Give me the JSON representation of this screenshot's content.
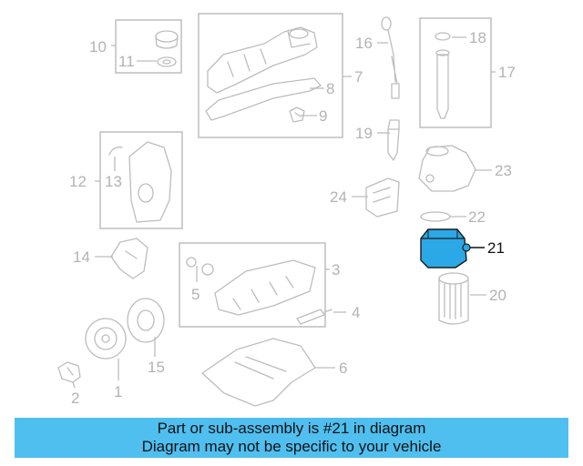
{
  "diagram": {
    "highlight_color": "#2ba8e6",
    "labels": {
      "p1": "1",
      "p2": "2",
      "p3": "3",
      "p4": "4",
      "p5": "5",
      "p6": "6",
      "p7": "7",
      "p8": "8",
      "p9": "9",
      "p10": "10",
      "p11": "11",
      "p12": "12",
      "p13": "13",
      "p14": "14",
      "p15": "15",
      "p16": "16",
      "p17": "17",
      "p18": "18",
      "p19": "19",
      "p20": "20",
      "p21": "21",
      "p22": "22",
      "p23": "23",
      "p24": "24"
    }
  },
  "banner": {
    "color": "#4fbff0",
    "line1": "Part or sub-assembly is #21 in diagram",
    "line2": "Diagram may not be specific to your vehicle"
  }
}
